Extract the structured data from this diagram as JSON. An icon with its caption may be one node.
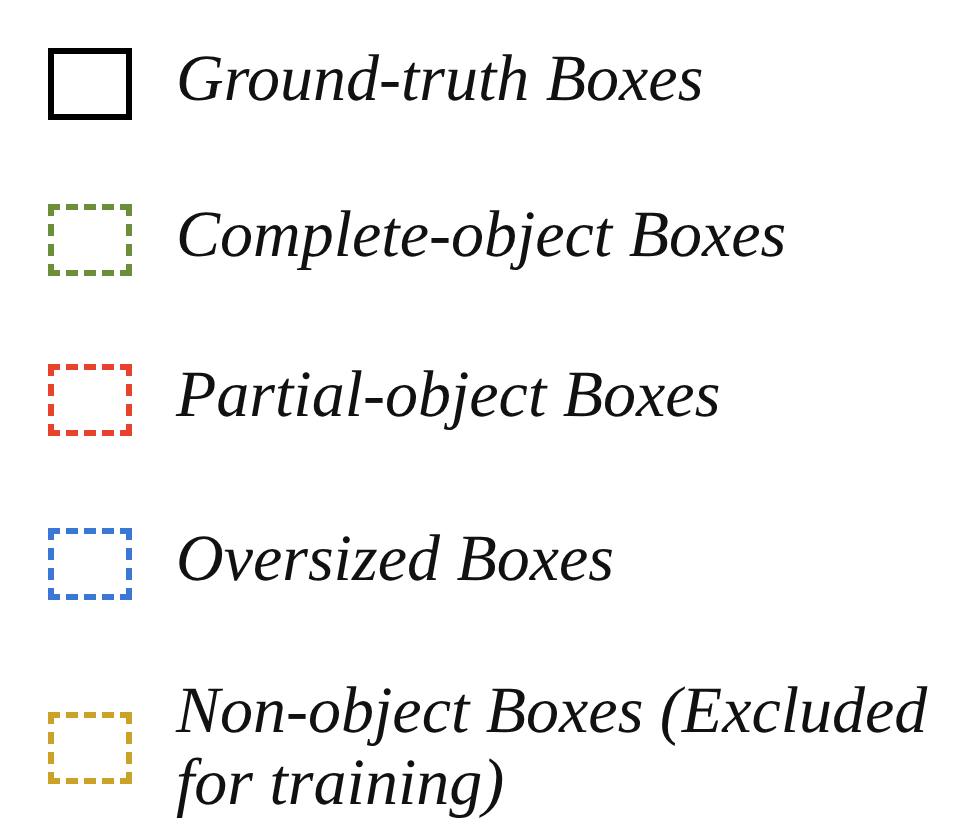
{
  "diagram": {
    "legend": [
      {
        "text": "Ground-truth Boxes",
        "color": "#000000"
      },
      {
        "text": "Complete-object Boxes",
        "color": "#6b8e3a"
      },
      {
        "text": "Partial-object Boxes",
        "color": "#e8412c"
      },
      {
        "text": "Oversized Boxes",
        "color": "#3b78d6"
      },
      {
        "text": "Non-object Boxes (Excluded for training)",
        "color": "#c9a227"
      }
    ]
  }
}
